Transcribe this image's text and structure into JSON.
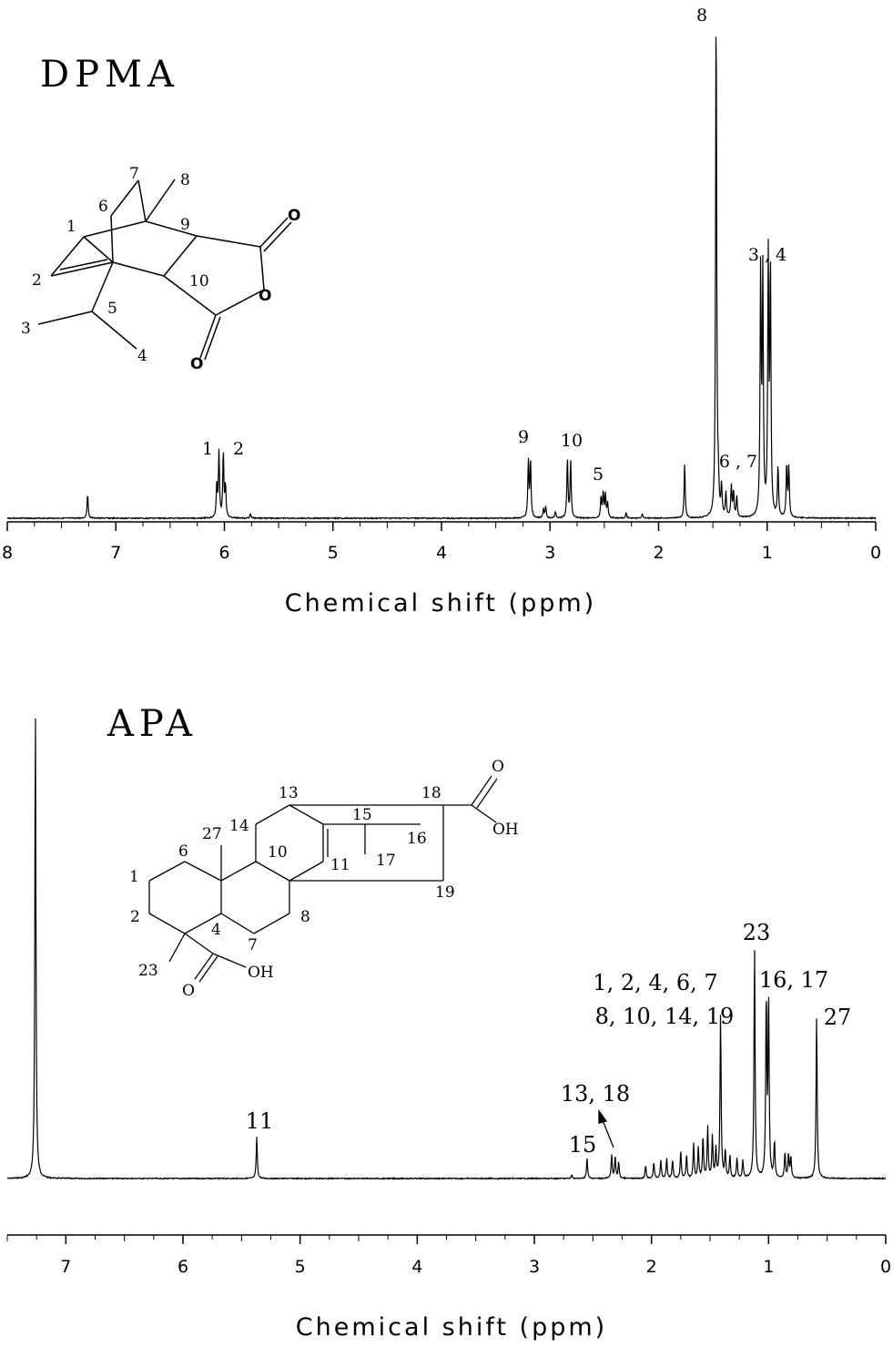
{
  "chart_data": [
    {
      "type": "line",
      "title": "DPMA",
      "xlabel": "Chemical shift (ppm)",
      "ylabel": "",
      "xlim": [
        8,
        0
      ],
      "x_reversed": true,
      "x_ticks": [
        "8",
        "7",
        "6",
        "5",
        "4",
        "3",
        "2",
        "1",
        "0"
      ],
      "grid": false,
      "legend": "none",
      "peaks": [
        {
          "ppm": 7.26,
          "height": 27
        },
        {
          "ppm": 6.07,
          "height": 37
        },
        {
          "ppm": 6.05,
          "height": 72
        },
        {
          "ppm": 6.01,
          "height": 72
        },
        {
          "ppm": 5.99,
          "height": 35
        },
        {
          "ppm": 5.76,
          "height": 5
        },
        {
          "ppm": 3.2,
          "height": 62
        },
        {
          "ppm": 3.18,
          "height": 64
        },
        {
          "ppm": 3.06,
          "height": 10
        },
        {
          "ppm": 3.04,
          "height": 12
        },
        {
          "ppm": 2.95,
          "height": 7
        },
        {
          "ppm": 2.84,
          "height": 66
        },
        {
          "ppm": 2.81,
          "height": 62
        },
        {
          "ppm": 2.53,
          "height": 23
        },
        {
          "ppm": 2.51,
          "height": 28
        },
        {
          "ppm": 2.49,
          "height": 25
        },
        {
          "ppm": 2.47,
          "height": 16
        },
        {
          "ppm": 2.3,
          "height": 6
        },
        {
          "ppm": 2.15,
          "height": 5
        },
        {
          "ppm": 1.76,
          "height": 60
        },
        {
          "ppm": 1.47,
          "height": 570
        },
        {
          "ppm": 1.45,
          "height": 30
        },
        {
          "ppm": 1.42,
          "height": 32
        },
        {
          "ppm": 1.38,
          "height": 26
        },
        {
          "ppm": 1.33,
          "height": 34
        },
        {
          "ppm": 1.31,
          "height": 28
        },
        {
          "ppm": 1.28,
          "height": 24
        },
        {
          "ppm": 1.06,
          "height": 270
        },
        {
          "ppm": 1.04,
          "height": 262
        },
        {
          "ppm": 0.99,
          "height": 280
        },
        {
          "ppm": 0.97,
          "height": 275
        },
        {
          "ppm": 0.9,
          "height": 56
        },
        {
          "ppm": 0.82,
          "height": 58
        },
        {
          "ppm": 0.8,
          "height": 54
        }
      ],
      "annotations": [
        {
          "text": "8",
          "ppm": 1.47
        },
        {
          "text": "3 , 4",
          "ppm": 1.01
        },
        {
          "text": "6 , 7",
          "ppm": 1.3
        },
        {
          "text": "1",
          "ppm": 6.1
        },
        {
          "text": "2",
          "ppm": 5.87
        },
        {
          "text": "9",
          "ppm": 3.22
        },
        {
          "text": "10",
          "ppm": 2.78
        },
        {
          "text": "5",
          "ppm": 2.55
        }
      ]
    },
    {
      "type": "line",
      "title": "APA",
      "xlabel": "Chemical shift (ppm)",
      "ylabel": "",
      "xlim": [
        7.5,
        0
      ],
      "x_reversed": true,
      "x_ticks": [
        "7",
        "6",
        "5",
        "4",
        "3",
        "2",
        "1",
        "0"
      ],
      "grid": false,
      "legend": "none",
      "peaks": [
        {
          "ppm": 7.26,
          "height": 520
        },
        {
          "ppm": 5.37,
          "height": 46
        },
        {
          "ppm": 2.68,
          "height": 4
        },
        {
          "ppm": 2.55,
          "height": 22
        },
        {
          "ppm": 2.34,
          "height": 26
        },
        {
          "ppm": 2.31,
          "height": 24
        },
        {
          "ppm": 2.28,
          "height": 18
        },
        {
          "ppm": 2.05,
          "height": 14
        },
        {
          "ppm": 1.98,
          "height": 18
        },
        {
          "ppm": 1.92,
          "height": 20
        },
        {
          "ppm": 1.87,
          "height": 22
        },
        {
          "ppm": 1.82,
          "height": 20
        },
        {
          "ppm": 1.75,
          "height": 30
        },
        {
          "ppm": 1.7,
          "height": 26
        },
        {
          "ppm": 1.64,
          "height": 38
        },
        {
          "ppm": 1.6,
          "height": 34
        },
        {
          "ppm": 1.56,
          "height": 46
        },
        {
          "ppm": 1.52,
          "height": 56
        },
        {
          "ppm": 1.48,
          "height": 46
        },
        {
          "ppm": 1.45,
          "height": 32
        },
        {
          "ppm": 1.41,
          "height": 180
        },
        {
          "ppm": 1.37,
          "height": 30
        },
        {
          "ppm": 1.33,
          "height": 24
        },
        {
          "ppm": 1.27,
          "height": 22
        },
        {
          "ppm": 1.22,
          "height": 20
        },
        {
          "ppm": 1.12,
          "height": 255
        },
        {
          "ppm": 1.02,
          "height": 198
        },
        {
          "ppm": 1.0,
          "height": 196
        },
        {
          "ppm": 0.95,
          "height": 40
        },
        {
          "ppm": 0.86,
          "height": 28
        },
        {
          "ppm": 0.83,
          "height": 26
        },
        {
          "ppm": 0.81,
          "height": 24
        },
        {
          "ppm": 0.59,
          "height": 178
        }
      ],
      "annotations": [
        {
          "text": "11",
          "ppm": 5.37
        },
        {
          "text": "15",
          "ppm": 2.55
        },
        {
          "text": "13, 18",
          "ppm": 2.33
        },
        {
          "text": "1, 2, 4, 6, 7",
          "ppm": 1.41
        },
        {
          "text": "8, 10, 14, 19",
          "ppm": 1.41
        },
        {
          "text": "23",
          "ppm": 1.12
        },
        {
          "text": "16, 17",
          "ppm": 1.01
        },
        {
          "text": "27",
          "ppm": 0.59
        }
      ]
    }
  ],
  "structures": {
    "dpma": {
      "labels": [
        "1",
        "2",
        "3",
        "4",
        "5",
        "6",
        "7",
        "8",
        "9",
        "10"
      ],
      "atoms": [
        "O",
        "O",
        "O"
      ]
    },
    "apa": {
      "labels": [
        "1",
        "2",
        "4",
        "6",
        "7",
        "8",
        "10",
        "11",
        "13",
        "14",
        "15",
        "16",
        "17",
        "18",
        "19",
        "23",
        "27"
      ],
      "atoms": [
        "O",
        "OH",
        "O",
        "OH"
      ]
    }
  },
  "colors": {
    "line": "#000000",
    "background": "#ffffff"
  }
}
